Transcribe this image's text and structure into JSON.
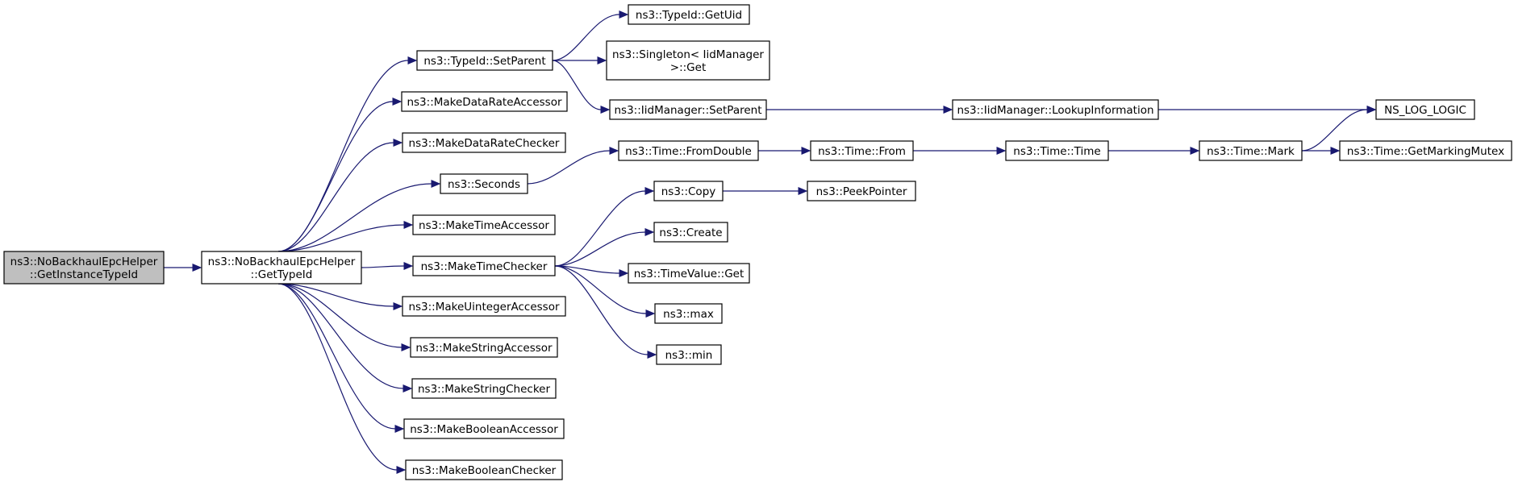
{
  "diagram": {
    "colors": {
      "edge": "#191970",
      "root_fill": "#bfbfbf",
      "node_fill": "#ffffff",
      "border": "#000000"
    },
    "nodes": [
      {
        "id": "n1",
        "lines": [
          "ns3::NoBackhaulEpcHelper",
          "::GetInstanceTypeId"
        ],
        "root": true
      },
      {
        "id": "n2",
        "lines": [
          "ns3::NoBackhaulEpcHelper",
          "::GetTypeId"
        ]
      },
      {
        "id": "n3",
        "lines": [
          "ns3::TypeId::SetParent"
        ]
      },
      {
        "id": "n4",
        "lines": [
          "ns3::MakeDataRateAccessor"
        ]
      },
      {
        "id": "n5",
        "lines": [
          "ns3::MakeDataRateChecker"
        ]
      },
      {
        "id": "n6",
        "lines": [
          "ns3::Seconds"
        ]
      },
      {
        "id": "n7",
        "lines": [
          "ns3::MakeTimeAccessor"
        ]
      },
      {
        "id": "n8",
        "lines": [
          "ns3::MakeTimeChecker"
        ]
      },
      {
        "id": "n9",
        "lines": [
          "ns3::MakeUintegerAccessor"
        ]
      },
      {
        "id": "n10",
        "lines": [
          "ns3::MakeStringAccessor"
        ]
      },
      {
        "id": "n11",
        "lines": [
          "ns3::MakeStringChecker"
        ]
      },
      {
        "id": "n12",
        "lines": [
          "ns3::MakeBooleanAccessor"
        ]
      },
      {
        "id": "n13",
        "lines": [
          "ns3::MakeBooleanChecker"
        ]
      },
      {
        "id": "n14",
        "lines": [
          "ns3::TypeId::GetUid"
        ]
      },
      {
        "id": "n15",
        "lines": [
          "ns3::Singleton< IidManager",
          ">::Get"
        ]
      },
      {
        "id": "n16",
        "lines": [
          "ns3::IidManager::SetParent"
        ]
      },
      {
        "id": "n17",
        "lines": [
          "ns3::IidManager::LookupInformation"
        ]
      },
      {
        "id": "n18",
        "lines": [
          "NS_LOG_LOGIC"
        ]
      },
      {
        "id": "n19",
        "lines": [
          "ns3::Time::FromDouble"
        ]
      },
      {
        "id": "n20",
        "lines": [
          "ns3::Time::From"
        ]
      },
      {
        "id": "n21",
        "lines": [
          "ns3::Time::Time"
        ]
      },
      {
        "id": "n22",
        "lines": [
          "ns3::Time::Mark"
        ]
      },
      {
        "id": "n23",
        "lines": [
          "ns3::Time::GetMarkingMutex"
        ]
      },
      {
        "id": "n24",
        "lines": [
          "ns3::Copy"
        ]
      },
      {
        "id": "n25",
        "lines": [
          "ns3::PeekPointer"
        ]
      },
      {
        "id": "n26",
        "lines": [
          "ns3::Create"
        ]
      },
      {
        "id": "n27",
        "lines": [
          "ns3::TimeValue::Get"
        ]
      },
      {
        "id": "n28",
        "lines": [
          "ns3::max"
        ]
      },
      {
        "id": "n29",
        "lines": [
          "ns3::min"
        ]
      }
    ],
    "edges": [
      [
        "n1",
        "n2"
      ],
      [
        "n2",
        "n3"
      ],
      [
        "n2",
        "n4"
      ],
      [
        "n2",
        "n5"
      ],
      [
        "n2",
        "n6"
      ],
      [
        "n2",
        "n7"
      ],
      [
        "n2",
        "n8"
      ],
      [
        "n2",
        "n9"
      ],
      [
        "n2",
        "n10"
      ],
      [
        "n2",
        "n11"
      ],
      [
        "n2",
        "n12"
      ],
      [
        "n2",
        "n13"
      ],
      [
        "n3",
        "n14"
      ],
      [
        "n3",
        "n15"
      ],
      [
        "n3",
        "n16"
      ],
      [
        "n16",
        "n17"
      ],
      [
        "n17",
        "n18"
      ],
      [
        "n6",
        "n19"
      ],
      [
        "n19",
        "n20"
      ],
      [
        "n20",
        "n21"
      ],
      [
        "n21",
        "n22"
      ],
      [
        "n22",
        "n18"
      ],
      [
        "n22",
        "n23"
      ],
      [
        "n8",
        "n24"
      ],
      [
        "n8",
        "n26"
      ],
      [
        "n8",
        "n27"
      ],
      [
        "n8",
        "n28"
      ],
      [
        "n8",
        "n29"
      ],
      [
        "n24",
        "n25"
      ]
    ]
  }
}
